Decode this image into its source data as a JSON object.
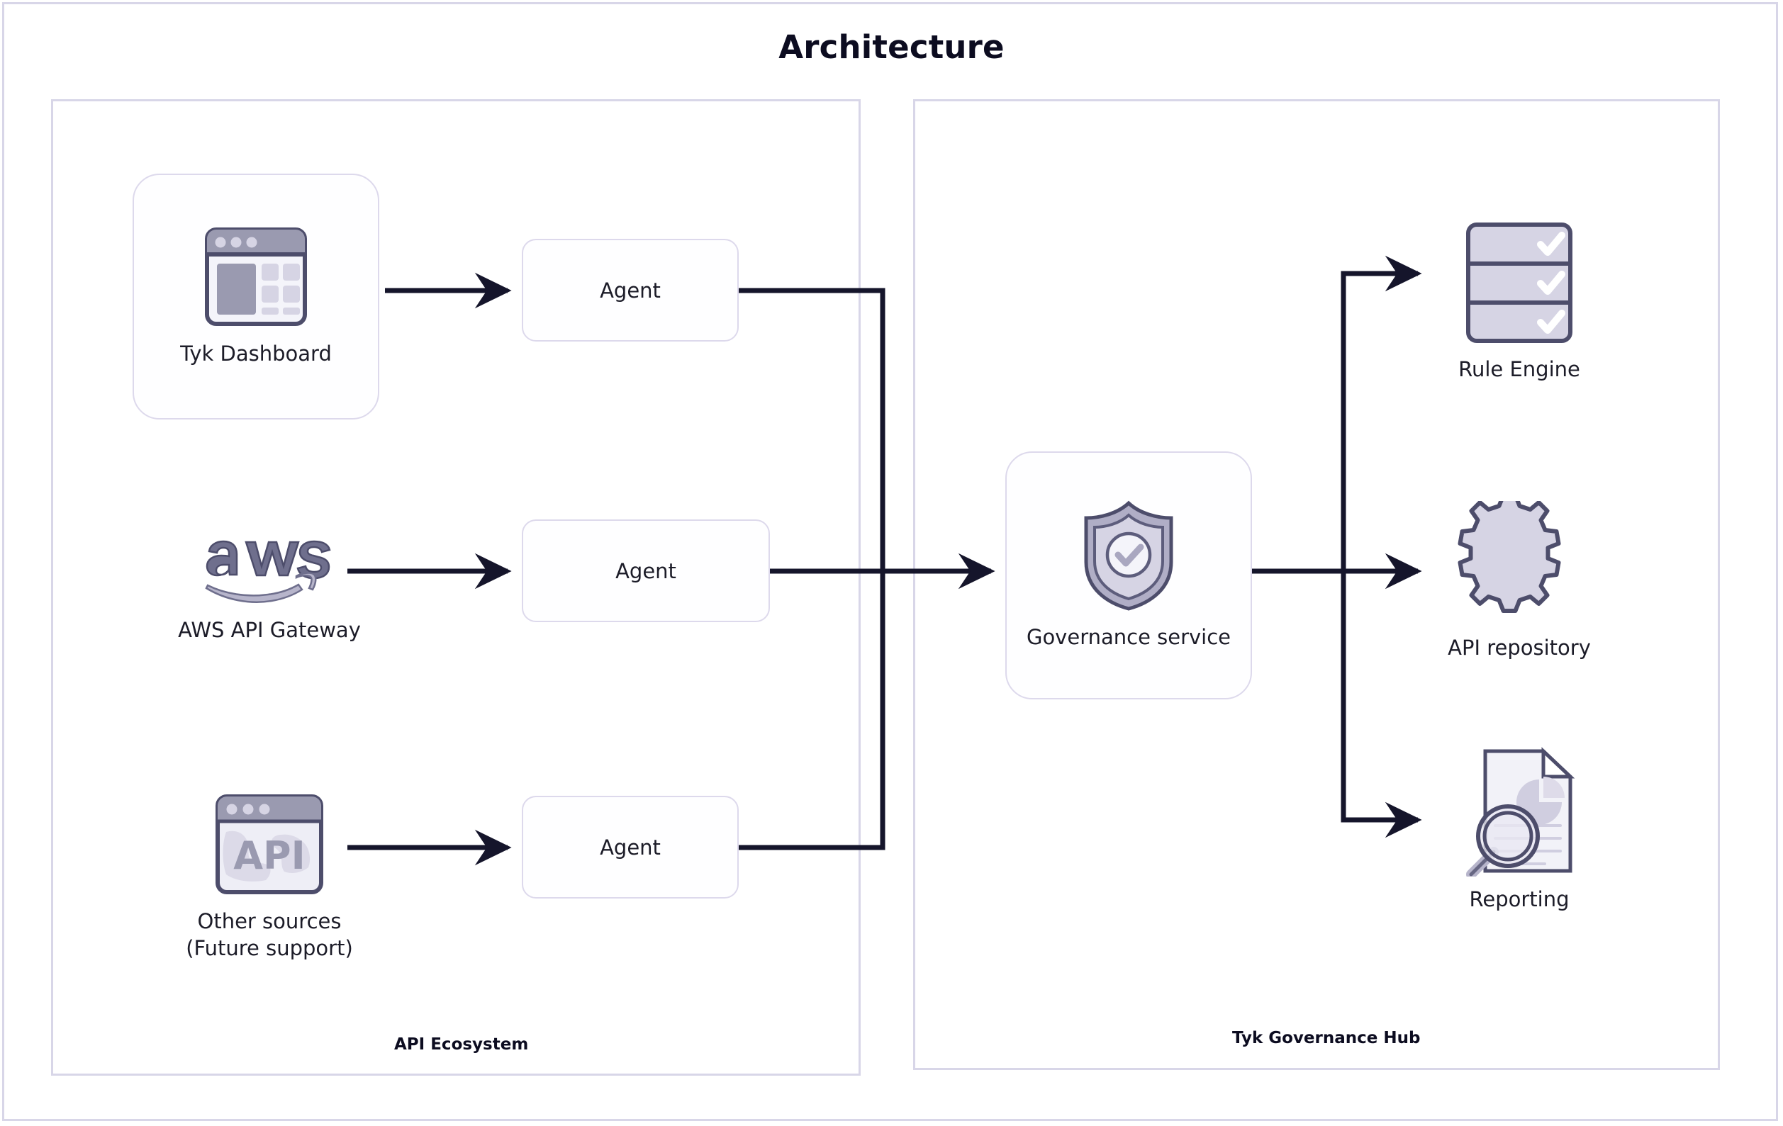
{
  "title": "Architecture",
  "colors": {
    "frame_border": "#d8d6e8",
    "group_border": "#d8d6e8",
    "card_border": "#ddd9ec",
    "edge": "#15152b",
    "icon_stroke": "#4d4d6b",
    "icon_fill_light": "#d6d4e4",
    "icon_fill_mid": "#9a9ab0",
    "title_color": "#0c0c20",
    "label_color": "#1c1c28"
  },
  "groups": [
    {
      "id": "api-ecosystem",
      "label": "API Ecosystem"
    },
    {
      "id": "governance-hub",
      "label": "Tyk Governance Hub"
    }
  ],
  "nodes": {
    "tyk_dashboard": {
      "label": "Tyk Dashboard",
      "icon": "browser-dashboard-icon"
    },
    "aws_gateway": {
      "label": "AWS API Gateway",
      "icon": "aws-logo-icon"
    },
    "other_sources": {
      "label": "Other sources\n(Future support)",
      "icon": "browser-api-globe-icon"
    },
    "agent_1": {
      "label": "Agent"
    },
    "agent_2": {
      "label": "Agent"
    },
    "agent_3": {
      "label": "Agent"
    },
    "governance_service": {
      "label": "Governance service",
      "icon": "shield-check-icon"
    },
    "rule_engine": {
      "label": "Rule Engine",
      "icon": "checklist-rows-icon"
    },
    "api_repository": {
      "label": "API repository",
      "icon": "gear-icon"
    },
    "reporting": {
      "label": "Reporting",
      "icon": "document-magnifier-chart-icon"
    }
  },
  "edges": [
    {
      "from": "tyk_dashboard",
      "to": "agent_1",
      "style": "arrow"
    },
    {
      "from": "aws_gateway",
      "to": "agent_2",
      "style": "arrow"
    },
    {
      "from": "other_sources",
      "to": "agent_3",
      "style": "arrow"
    },
    {
      "from": "agent_1",
      "to": "governance_service",
      "style": "orthogonal-merge-arrow"
    },
    {
      "from": "agent_2",
      "to": "governance_service",
      "style": "orthogonal-merge-arrow"
    },
    {
      "from": "agent_3",
      "to": "governance_service",
      "style": "orthogonal-merge-arrow"
    },
    {
      "from": "governance_service",
      "to": "rule_engine",
      "style": "orthogonal-branch-arrow"
    },
    {
      "from": "governance_service",
      "to": "api_repository",
      "style": "orthogonal-branch-arrow"
    },
    {
      "from": "governance_service",
      "to": "reporting",
      "style": "orthogonal-branch-arrow"
    }
  ]
}
